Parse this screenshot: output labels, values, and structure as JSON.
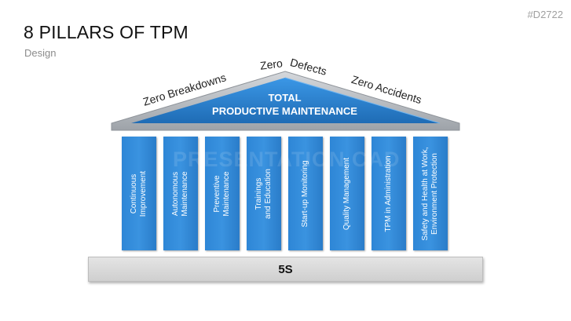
{
  "slide": {
    "title": "8 PILLARS OF TPM",
    "subtitle": "Design",
    "code": "#D2722"
  },
  "roof": {
    "label_line1": "TOTAL",
    "label_line2": "PRODUCTIVE MAINTENANCE",
    "words": {
      "zero_breakdowns": "Zero Breakdowns",
      "zero": "Zero",
      "defects": "Defects",
      "zero_accidents": "Zero Accidents"
    }
  },
  "pillars": [
    {
      "line1": "Continuous",
      "line2": "Improvement"
    },
    {
      "line1": "Autonomous",
      "line2": "Maintenance"
    },
    {
      "line1": "Preventive",
      "line2": "Maintenance"
    },
    {
      "line1": "Trainings",
      "line2": "and Education"
    },
    {
      "line1": "Start-up Monitoring",
      "line2": ""
    },
    {
      "line1": "Quality Management",
      "line2": ""
    },
    {
      "line1": "TPM in Administration",
      "line2": ""
    },
    {
      "line1": "Safety and Health at Work,",
      "line2": "Environment Protection"
    }
  ],
  "base": {
    "label": "5S"
  },
  "watermark": "PRESENTATION.CAD",
  "colors": {
    "pillar_blue": "#3a93e0",
    "roof_blue": "#2a7cc9",
    "roof_frame": "#b8bcc2",
    "base_gray": "#d8d8d8"
  }
}
